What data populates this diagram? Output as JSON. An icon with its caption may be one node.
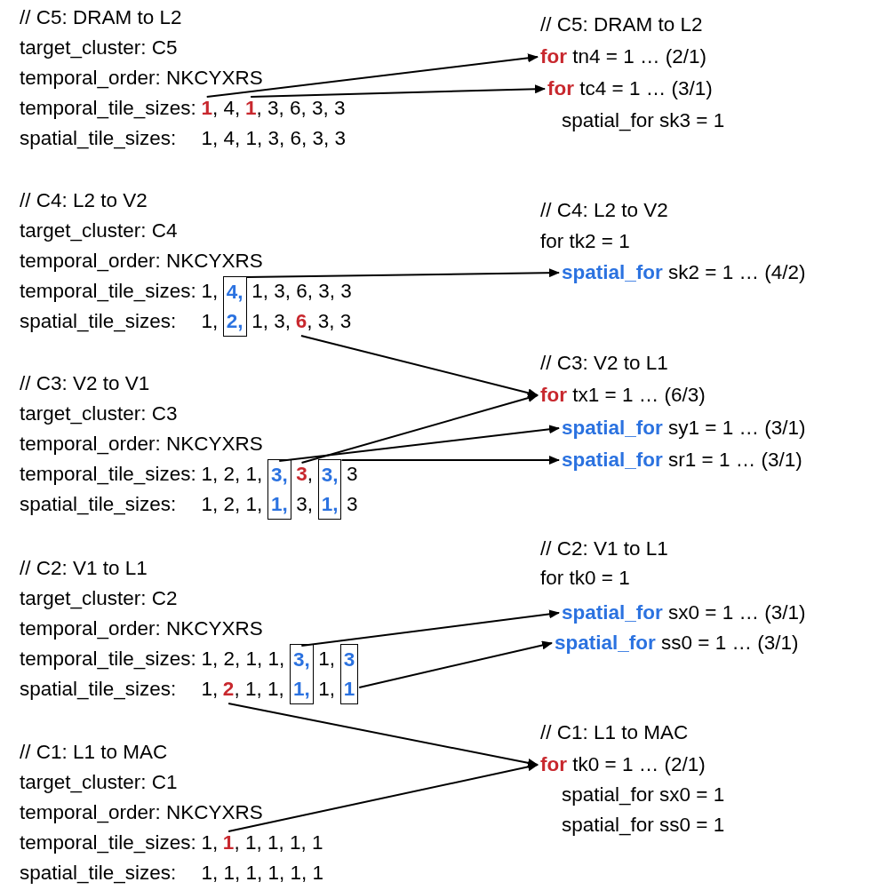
{
  "diagram": {
    "nodes": [
      {
        "text": [
          "1"
        ]
      },
      {
        "text": [
          "1"
        ]
      },
      {
        "text": [
          "**for** tn4 = 1 … (2/1)"
        ]
      },
      {
        "text": [
          "**for** tc4 = 1 … (3/1)"
        ]
      },
      {
        "text": [
          "4,",
          "2,"
        ]
      },
      {
        "text": [
          "6"
        ]
      },
      {
        "text": [
          "**spatial_for** sk2 = 1 … (4/2)"
        ]
      },
      {
        "text": [
          "3,",
          "1,"
        ]
      },
      {
        "text": [
          "3"
        ]
      },
      {
        "text": [
          "3,",
          "1,"
        ]
      },
      {
        "text": [
          "**for** tx1 = 1 … (6/3)"
        ]
      },
      {
        "text": [
          "**spatial_for** sy1 = 1 … (3/1)"
        ]
      },
      {
        "text": [
          "**spatial_for** sr1 = 1 … (3/1)"
        ]
      },
      {
        "text": [
          "3,",
          "1,"
        ]
      },
      {
        "text": [
          "3",
          "1"
        ]
      },
      {
        "text": [
          "2"
        ]
      },
      {
        "text": [
          "**spatial_for** sx0 = 1 … (3/1)"
        ]
      },
      {
        "text": [
          "**spatial_for** ss0 = 1 … (3/1)"
        ]
      },
      {
        "text": [
          "1"
        ]
      },
      {
        "text": [
          "**for** tk0 = 1 … (2/1)"
        ]
      }
    ],
    "edges": [
      {
        "from": 0,
        "to": 2,
        "arrow": "to"
      },
      {
        "from": 1,
        "to": 3,
        "arrow": "to"
      },
      {
        "from": 4,
        "to": 6,
        "arrow": "to"
      },
      {
        "from": 5,
        "to": 10,
        "arrow": "to"
      },
      {
        "from": 7,
        "to": 11,
        "arrow": "to"
      },
      {
        "from": 8,
        "to": 10,
        "arrow": "to"
      },
      {
        "from": 9,
        "to": 12,
        "arrow": "to"
      },
      {
        "from": 13,
        "to": 16,
        "arrow": "to"
      },
      {
        "from": 14,
        "to": 17,
        "arrow": "to"
      },
      {
        "from": 15,
        "to": 19,
        "arrow": "to"
      },
      {
        "from": 18,
        "to": 19,
        "arrow": "to"
      }
    ],
    "labels": [
      "// C5: DRAM to L2",
      "target_cluster: C5",
      "temporal_order: NKCYXRS",
      "temporal_tile_sizes:",
      ", 4,",
      ", 3, 6, 3, 3",
      "spatial_tile_sizes:",
      "1, 4, 1, 3, 6, 3, 3",
      "// C5: DRAM to L2",
      "spatial_for sk3 = 1",
      "// C4: L2 to V2",
      "target_cluster: C4",
      "temporal_order: NKCYXRS",
      "temporal_tile_sizes:",
      "1,",
      "1, 3, 6, 3, 3",
      "spatial_tile_sizes:",
      "1,",
      "1, 3,",
      ", 3, 3",
      "// C4: L2 to V2",
      "for tk2 = 1",
      "// C3: V2 to V1",
      "target_cluster: C3",
      "temporal_order: NKCYXRS",
      "temporal_tile_sizes:",
      "1, 2, 1,",
      ",",
      "3",
      "spatial_tile_sizes:",
      "1, 2, 1,",
      "3,",
      "3",
      "// C3: V2 to L1",
      "// C2: V1 to L1",
      "target_cluster: C2",
      "temporal_order: NKCYXRS",
      "temporal_tile_sizes:",
      "1, 2, 1, 1,",
      "1,",
      "spatial_tile_sizes:",
      "1,",
      ", 1, 1,",
      "1,",
      "// C2: V1 to L1",
      "for tk0 = 1",
      "// C1: L1 to MAC",
      "target_cluster: C1",
      "temporal_order: NKCYXRS",
      "temporal_tile_sizes:",
      "1,",
      ", 1, 1, 1, 1",
      "spatial_tile_sizes:",
      "1, 1, 1, 1, 1, 1",
      "// C1: L1 to MAC",
      "spatial_for sx0 = 1",
      "spatial_for ss0 = 1"
    ]
  }
}
